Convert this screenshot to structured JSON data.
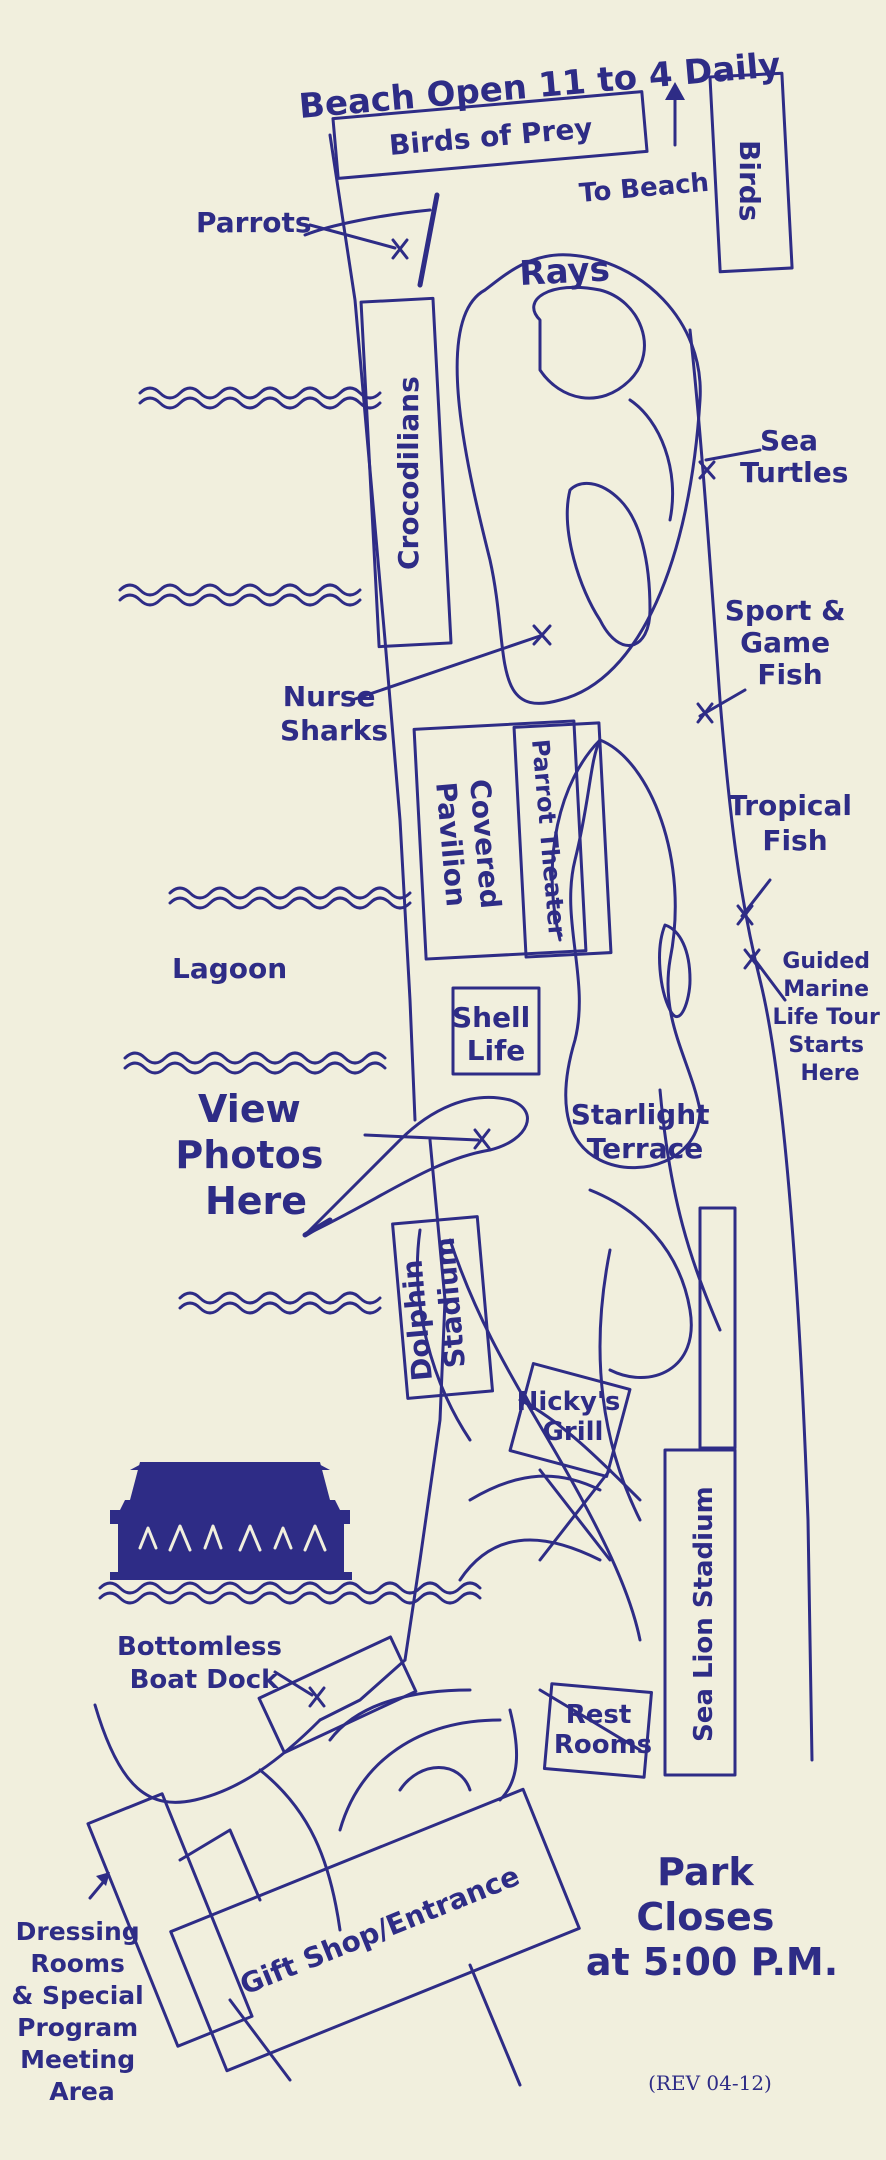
{
  "colors": {
    "ink": "#2e2c86",
    "paper": "#f1efdd"
  },
  "header": {
    "beach_hours": "Beach Open 11 to 4 Daily",
    "to_beach": "To Beach"
  },
  "exhibits": {
    "birds_of_prey": "Birds of Prey",
    "birds": "Birds",
    "parrots": "Parrots",
    "rays": "Rays",
    "crocodilians": "Crocodilians",
    "sea_turtles": [
      "Sea",
      "Turtles"
    ],
    "sport_game_fish": [
      "Sport &",
      "Game",
      "Fish"
    ],
    "nurse_sharks": [
      "Nurse",
      "Sharks"
    ],
    "parrot_theater": "Parrot Theater",
    "covered_pavilion": [
      "Covered",
      "Pavilion"
    ],
    "tropical_fish": [
      "Tropical",
      "Fish"
    ],
    "guided_tour": [
      "Guided",
      "Marine",
      "Life Tour",
      "Starts",
      "Here"
    ],
    "lagoon": "Lagoon",
    "shell_life": [
      "Shell",
      "Life"
    ],
    "view_photos": [
      "View",
      "Photos",
      "Here"
    ],
    "starlight_terrace": [
      "Starlight",
      "Terrace"
    ],
    "dolphin_stadium": [
      "Dolphin",
      "Stadium"
    ],
    "nickys_grill": [
      "Nicky's",
      "Grill"
    ],
    "sea_lion_stadium": "Sea Lion Stadium",
    "bottomless_boat_dock": [
      "Bottomless",
      "Boat Dock"
    ],
    "rest_rooms": [
      "Rest",
      "Rooms"
    ],
    "gift_shop": "Gift Shop/Entrance",
    "dressing_rooms": [
      "Dressing",
      "Rooms",
      "& Special",
      "Program",
      "Meeting",
      "Area"
    ]
  },
  "footer": {
    "park_closes": [
      "Park",
      "Closes",
      "at 5:00 P.M."
    ],
    "revision": "(REV 04-12)"
  }
}
